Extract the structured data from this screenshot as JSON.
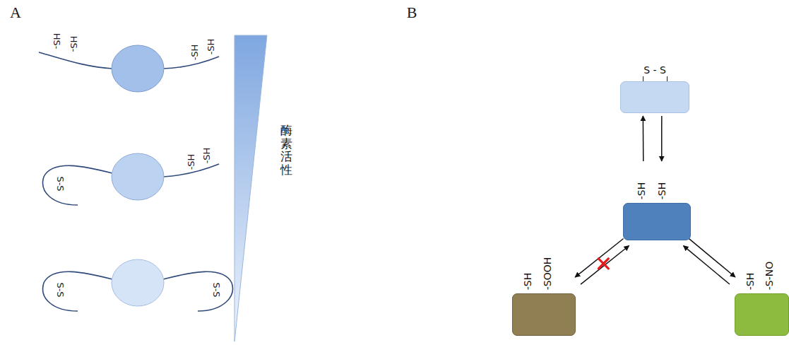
{
  "diagram": {
    "nodes": [
      {
        "text": [
          "S - S"
        ]
      },
      {
        "text": [
          "-SH",
          "-SH"
        ]
      },
      {
        "text": [
          "-SH",
          "-SOOH"
        ]
      },
      {
        "text": [
          "-SH",
          "-S-NO"
        ]
      }
    ],
    "edges": [
      {
        "from": 1,
        "to": 0,
        "arrow": "to"
      },
      {
        "from": 0,
        "to": 1,
        "arrow": "to"
      },
      {
        "from": 1,
        "to": 2,
        "arrow": "to"
      },
      {
        "from": 2,
        "to": 1,
        "arrow": "to"
      },
      {
        "from": 1,
        "to": 3,
        "arrow": "to"
      },
      {
        "from": 3,
        "to": 1,
        "arrow": "to"
      }
    ],
    "labels": [
      "A",
      "HS-",
      "HS-",
      "-SH",
      "-SH",
      "S-S",
      "-SH",
      "-SH",
      "S-S",
      "S-S",
      "酶素活性",
      "B"
    ]
  }
}
